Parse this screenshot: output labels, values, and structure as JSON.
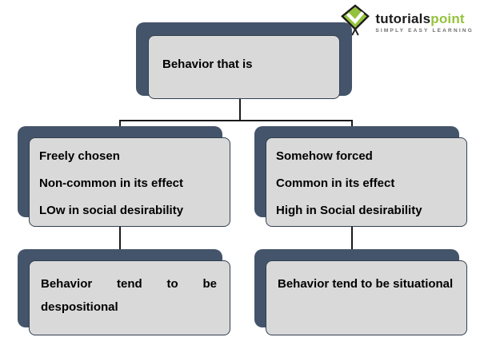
{
  "logo": {
    "brand_part1": "tutorials",
    "brand_part2": "point",
    "tagline": "SIMPLY EASY LEARNING"
  },
  "diagram": {
    "root": {
      "label": "Behavior that is"
    },
    "left_branch": {
      "lines": [
        "Freely chosen",
        "Non-common in its effect",
        "LOw in social desirability"
      ]
    },
    "right_branch": {
      "lines": [
        "Somehow forced",
        "Common in its effect",
        "High in Social desirability"
      ]
    },
    "left_leaf": {
      "label": "Behavior tend to be despositional"
    },
    "right_leaf": {
      "label": "Behavior tend to be situational"
    }
  },
  "colors": {
    "shadow_blue": "#44546A",
    "box_fill": "#D9D9D9",
    "box_border": "#333F50",
    "connector": "#1A1A1A",
    "logo_green": "#95C23D"
  }
}
